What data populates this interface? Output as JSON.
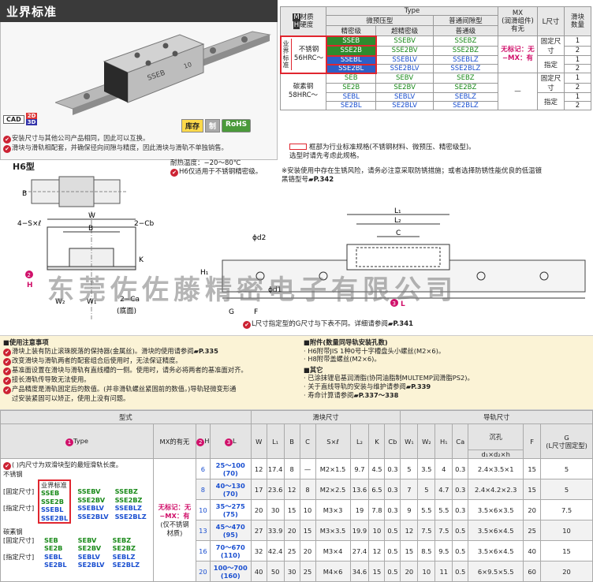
{
  "header": {
    "title": "业界标准"
  },
  "cad": {
    "label": "CAD",
    "d2": "2D",
    "d3": "3D"
  },
  "badges": {
    "stock": "库存",
    "cut": "制",
    "rohs": "RoHS"
  },
  "top_notes": [
    "安装尺寸与其他公司产品相同，因此可以互换。",
    "滑块与滑轨相配套，并确保径向间隙与精度，因此滑块与滑轨不单独销售。"
  ],
  "type_table": {
    "h_type": "Type",
    "h_material": "材质",
    "h_hardness": "硬度",
    "h_m": "M",
    "h_h": "H",
    "h_preload": "微预压型",
    "h_normal": "普通间隙型",
    "h_precision": "精密级",
    "h_super": "超精密级",
    "h_normal_grade": "普通级",
    "h_mx": "MX",
    "h_mx_sub": "(润滑组件)",
    "h_mx_sub2": "有无",
    "h_l": "L尺寸",
    "h_blocks": "滑块",
    "h_blocks2": "数量",
    "industry": "业界标准",
    "stainless": "不锈钢",
    "stainless_hrc": "56HRC～",
    "carbon": "碳素钢",
    "carbon_hrc": "58HRC～",
    "fixed": "固定尺寸",
    "specified": "指定",
    "mx_note1": "无标记：无",
    "mx_note2": "−MX：有",
    "dash": "—",
    "one": "1",
    "two": "2",
    "rows_ss": [
      [
        "SSEB",
        "SSEBV",
        "SSEBZ"
      ],
      [
        "SSE2B",
        "SSE2BV",
        "SSE2BZ"
      ],
      [
        "SSEBL",
        "SSEBLV",
        "SSEBLZ"
      ],
      [
        "SSE2BL",
        "SSE2BLV",
        "SSE2BLZ"
      ]
    ],
    "rows_cs": [
      [
        "SEB",
        "SEBV",
        "SEBZ"
      ],
      [
        "SE2B",
        "SE2BV",
        "SE2BZ"
      ],
      [
        "SEBL",
        "SEBLV",
        "SEBLZ"
      ],
      [
        "SE2BL",
        "SE2BLV",
        "SE2BLZ"
      ]
    ]
  },
  "legend": {
    "box_text": "框部为行业标准规格(不锈钢材料、微预压、精密级型)。",
    "box_text2": "选型时请先考虑此规格。"
  },
  "install_note": {
    "line1": "※安装使用中存在生锈风险，请务必注意采取防锈措施；或者选择防锈性能优良的低温镀",
    "line2": "黑铬型号",
    "page": "P.342"
  },
  "h6": {
    "label": "H6型"
  },
  "temp": {
    "line1": "耐热温度：−20～80℃",
    "line2": "H6仅适用于不锈钢精密级。"
  },
  "drawing": {
    "s_label": "4−S×ℓ",
    "w": "W",
    "b": "B",
    "cb": "2−Cb",
    "k": "K",
    "h": "H",
    "w2": "W₂",
    "w1": "W₁",
    "ca": "2−Ca",
    "bottom": "(底面)",
    "l1": "L₁",
    "l2": "L₂",
    "c": "C",
    "d2": "ϕd2",
    "d1": "ϕd1",
    "h1": "H₁",
    "f": "F",
    "g": "G",
    "l": "L",
    "b_side": "B",
    "num2": "2",
    "num3": "3"
  },
  "watermark": "东莞佐佐藤精密电子有限公司",
  "l_note": {
    "text": "L尺寸指定型的G尺寸与下表不同。详细请参阅",
    "page": "P.341"
  },
  "notes_left": {
    "head": "■使用注意事项",
    "items": [
      "滑块上装有防止滚珠脱落的保持器(金属丝)。滑块的使用请参阅",
      "改变滑块与滑轨两者的配套组合后使用时，无法保证精度。",
      "基准面设置在滑块与滑轨有直线槽的一侧。使用时，请务必将两者的基准面对齐。",
      "接长滑轨传导致无法使用。",
      "产品精度是滑轨固定后的数值。(并非滑轨螺丝紧固前的数值。)导轨轻微变形通",
      "过安装紧固可以矫正，使用上没有问题。"
    ],
    "page1": "P.335"
  },
  "notes_right": {
    "head1": "■附件(数量同导轨安装孔数)",
    "acc1": "· H6附带JIS 1种0号十字槽盘头小螺丝(M2×6)。",
    "acc2": "· H8附带盖螺丝(M2×6)。",
    "head2": "■其它",
    "o1": "· 已涂抹锂皂基润滑脂(协同油脂制MULTEMP润滑脂PS2)。",
    "o2": "· 关于直线导轨的安装与维护请参阅",
    "o2p": "P.339",
    "o3": "· 寿命计算请参阅",
    "o3p": "P.337～338"
  },
  "spec": {
    "h_type": "型式",
    "h_block": "滑块尺寸",
    "h_rail": "导轨尺寸",
    "h_1type": "Type",
    "h_mx": "MX的有无",
    "h_h": "H",
    "h_l": "L",
    "num1": "1",
    "num2": "2",
    "num3": "3",
    "cols": [
      "W",
      "L₁",
      "B",
      "C",
      "S×ℓ",
      "L₂",
      "K",
      "Cb",
      "W₁",
      "W₂",
      "H₁",
      "Ca",
      "d₁×d₂×h",
      "F"
    ],
    "h_hole": "沉孔",
    "h_g": "G",
    "h_g2": "(L尺寸固定型)",
    "note_paren": "( )内尺寸为双滑块型的最短滑轨长度。",
    "stainless": "不锈钢",
    "fixed": "[固定尺寸]",
    "specified": "[指定尺寸]",
    "industry": "业界标准",
    "carbon": "碳素钢",
    "carbon_fixed": "[固定尺寸]",
    "carbon_specified": "[指定尺寸]",
    "mx1": "无标记：无",
    "mx2": "−MX：有",
    "mx3": "(仅不锈钢",
    "mx4": "材质)",
    "rows": [
      {
        "h": "6",
        "l1": "25～100",
        "l2": "(70)",
        "v": [
          "12",
          "17.4",
          "8",
          "—",
          "M2×1.5",
          "9.7",
          "4.5",
          "0.3",
          "5",
          "3.5",
          "4",
          "0.3",
          "2.4×3.5×1",
          "15",
          "5"
        ]
      },
      {
        "h": "8",
        "l1": "40～130",
        "l2": "(70)",
        "v": [
          "17",
          "23.6",
          "12",
          "8",
          "M2×2.5",
          "13.6",
          "6.5",
          "0.3",
          "7",
          "5",
          "4.7",
          "0.3",
          "2.4×4.2×2.3",
          "15",
          "5"
        ]
      },
      {
        "h": "10",
        "l1": "35～275",
        "l2": "(75)",
        "v": [
          "20",
          "30",
          "15",
          "10",
          "M3×3",
          "19",
          "7.8",
          "0.3",
          "9",
          "5.5",
          "5.5",
          "0.3",
          "3.5×6×3.5",
          "20",
          "7.5"
        ]
      },
      {
        "h": "13",
        "l1": "45～470",
        "l2": "(95)",
        "v": [
          "27",
          "33.9",
          "20",
          "15",
          "M3×3.5",
          "19.9",
          "10",
          "0.5",
          "12",
          "7.5",
          "7.5",
          "0.5",
          "3.5×6×4.5",
          "25",
          "10"
        ]
      },
      {
        "h": "16",
        "l1": "70～670",
        "l2": "(110)",
        "v": [
          "32",
          "42.4",
          "25",
          "20",
          "M3×4",
          "27.4",
          "12",
          "0.5",
          "15",
          "8.5",
          "9.5",
          "0.5",
          "3.5×6×4.5",
          "40",
          "15"
        ]
      },
      {
        "h": "20",
        "l1": "100～700",
        "l2": "(160)",
        "v": [
          "40",
          "50",
          "30",
          "25",
          "M4×6",
          "34.6",
          "15",
          "0.5",
          "20",
          "10",
          "11",
          "0.5",
          "6×9.5×5.5",
          "60",
          "20"
        ]
      }
    ],
    "types_ss": [
      [
        "SSEB",
        "SSEBV",
        "SSEBZ"
      ],
      [
        "SSE2B",
        "SSE2BV",
        "SSE2BZ"
      ],
      [
        "SSEBL",
        "SSEBLV",
        "SSEBLZ"
      ],
      [
        "SSE2BL",
        "SSE2BLV",
        "SSE2BLZ"
      ]
    ],
    "types_cs": [
      [
        "SEB",
        "SEBV",
        "SEBZ"
      ],
      [
        "SE2B",
        "SE2BV",
        "SE2BZ"
      ],
      [
        "SEBL",
        "SEBLV",
        "SEBLZ"
      ],
      [
        "SE2BL",
        "SE2BLV",
        "SE2BLZ"
      ]
    ]
  },
  "photo": {
    "label": "SSEB",
    "size": "10"
  }
}
